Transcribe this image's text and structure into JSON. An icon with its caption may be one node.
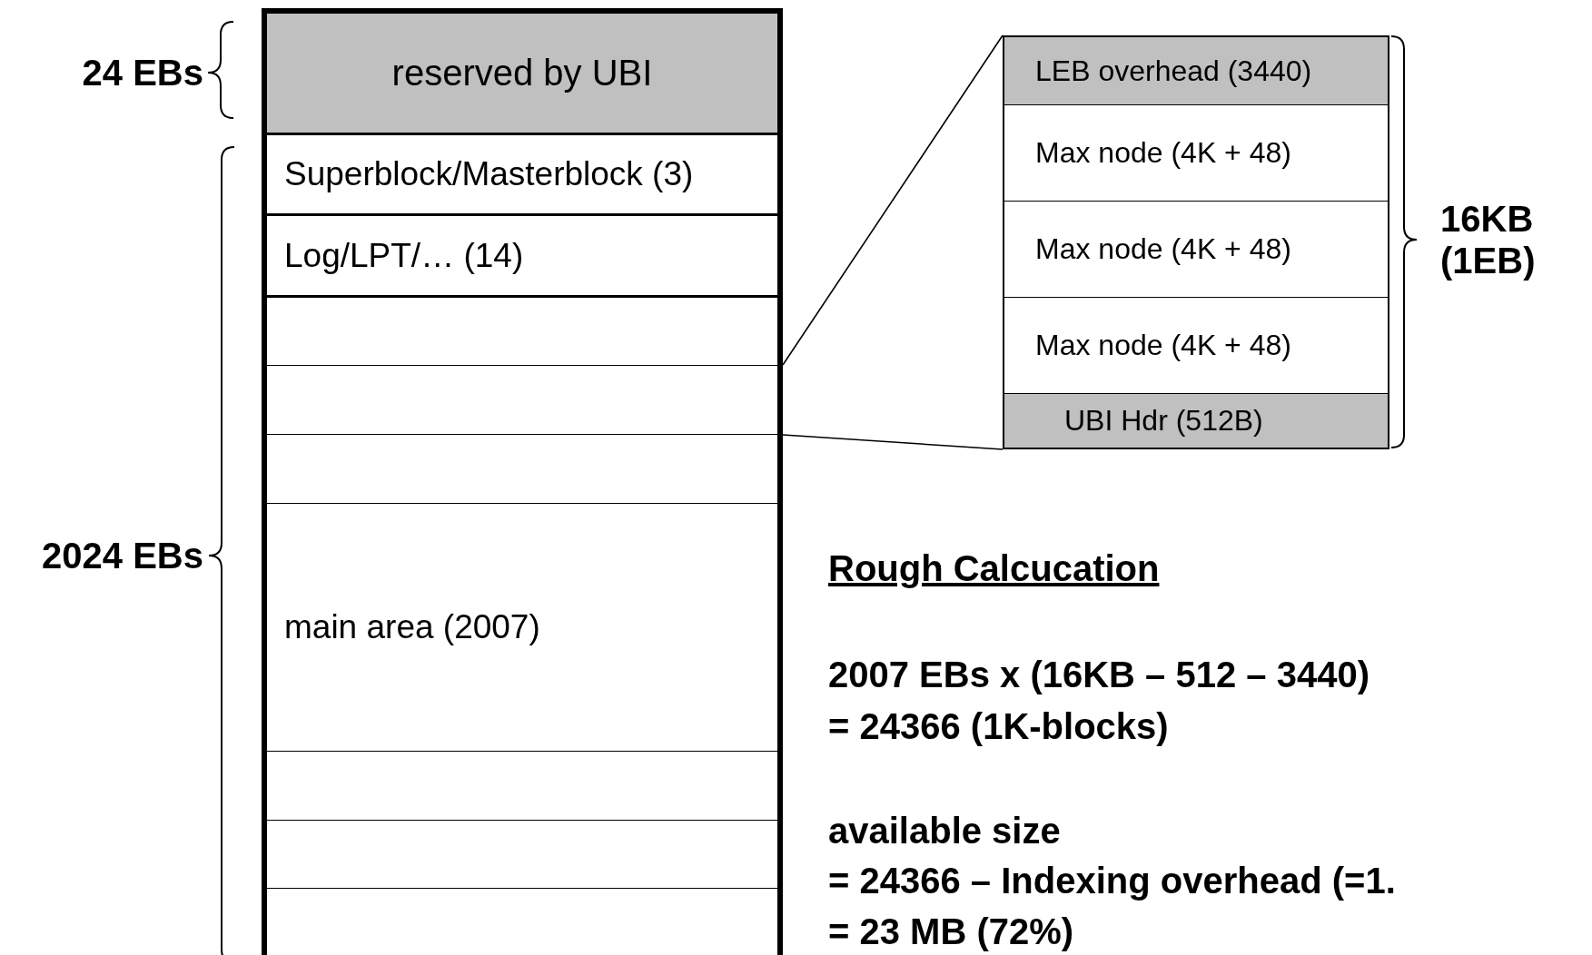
{
  "diagram": {
    "nodes": [
      {
        "text": [
          "reserved by UBI"
        ]
      },
      {
        "text": [
          "Superblock/Masterblock (3)"
        ]
      },
      {
        "text": [
          "Log/LPT/… (14)"
        ]
      },
      {
        "text": [],
        "shape": "box"
      },
      {
        "text": [],
        "shape": "box"
      },
      {
        "text": [],
        "shape": "box"
      },
      {
        "text": [
          "main area (2007)"
        ]
      },
      {
        "text": [],
        "shape": "box"
      },
      {
        "text": [],
        "shape": "box"
      },
      {
        "text": [],
        "shape": "box"
      },
      {
        "text": [],
        "shape": "box"
      },
      {
        "text": [
          "LEB overhead (3440)"
        ],
        "in": 10
      },
      {
        "text": [
          "Max node (4K + 48)"
        ],
        "in": 10
      },
      {
        "text": [
          "Max node (4K + 48)"
        ],
        "in": 10
      },
      {
        "text": [
          "Max node (4K + 48)"
        ],
        "in": 10
      },
      {
        "text": [
          "UBI Hdr (512B)"
        ],
        "in": 10
      }
    ],
    "edges": [
      {
        "from": 4,
        "to": 10,
        "arrow": "none"
      },
      {
        "from": 4,
        "to": 10,
        "arrow": "none"
      }
    ],
    "labels": [
      "24 EBs",
      "16KB (1EB)",
      "2024 EBs",
      "Rough Calcucation",
      "2007 EBs x (16KB – 512 – 3440)",
      "= 24366 (1K-blocks)",
      "available size",
      "= 24366 – Indexing overhead (=1.",
      "= 23 MB (72%)"
    ]
  }
}
